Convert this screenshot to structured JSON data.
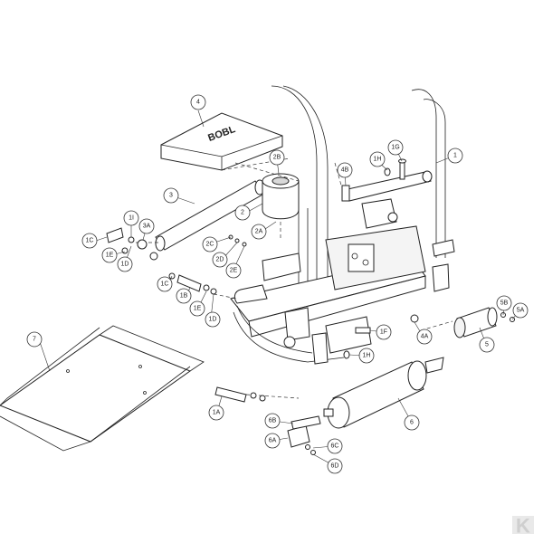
{
  "diagram": {
    "callouts": [
      {
        "id": "4",
        "text": "4"
      },
      {
        "id": "1",
        "text": "1"
      },
      {
        "id": "1G",
        "text": "1G"
      },
      {
        "id": "1H_top",
        "text": "1H"
      },
      {
        "id": "2B",
        "text": "2B"
      },
      {
        "id": "4B",
        "text": "4B"
      },
      {
        "id": "3",
        "text": "3"
      },
      {
        "id": "2",
        "text": "2"
      },
      {
        "id": "1I",
        "text": "1I"
      },
      {
        "id": "1C_top",
        "text": "1C"
      },
      {
        "id": "3A",
        "text": "3A"
      },
      {
        "id": "1E_top",
        "text": "1E"
      },
      {
        "id": "1D_top",
        "text": "1D"
      },
      {
        "id": "2A",
        "text": "2A"
      },
      {
        "id": "2C",
        "text": "2C"
      },
      {
        "id": "2D",
        "text": "2D"
      },
      {
        "id": "2E",
        "text": "2E"
      },
      {
        "id": "1C_mid",
        "text": "1C"
      },
      {
        "id": "1B",
        "text": "1B"
      },
      {
        "id": "1E_mid",
        "text": "1E"
      },
      {
        "id": "1D_mid",
        "text": "1D"
      },
      {
        "id": "5B",
        "text": "5B"
      },
      {
        "id": "5A",
        "text": "5A"
      },
      {
        "id": "5",
        "text": "5"
      },
      {
        "id": "7",
        "text": "7"
      },
      {
        "id": "1F",
        "text": "1F"
      },
      {
        "id": "4A",
        "text": "4A"
      },
      {
        "id": "1H_low",
        "text": "1H"
      },
      {
        "id": "1A",
        "text": "1A"
      },
      {
        "id": "6",
        "text": "6"
      },
      {
        "id": "6B",
        "text": "6B"
      },
      {
        "id": "6A",
        "text": "6A"
      },
      {
        "id": "6C",
        "text": "6C"
      },
      {
        "id": "6D",
        "text": "6D"
      }
    ],
    "seat_emblem": "BOBL",
    "brand_mark": "K"
  }
}
